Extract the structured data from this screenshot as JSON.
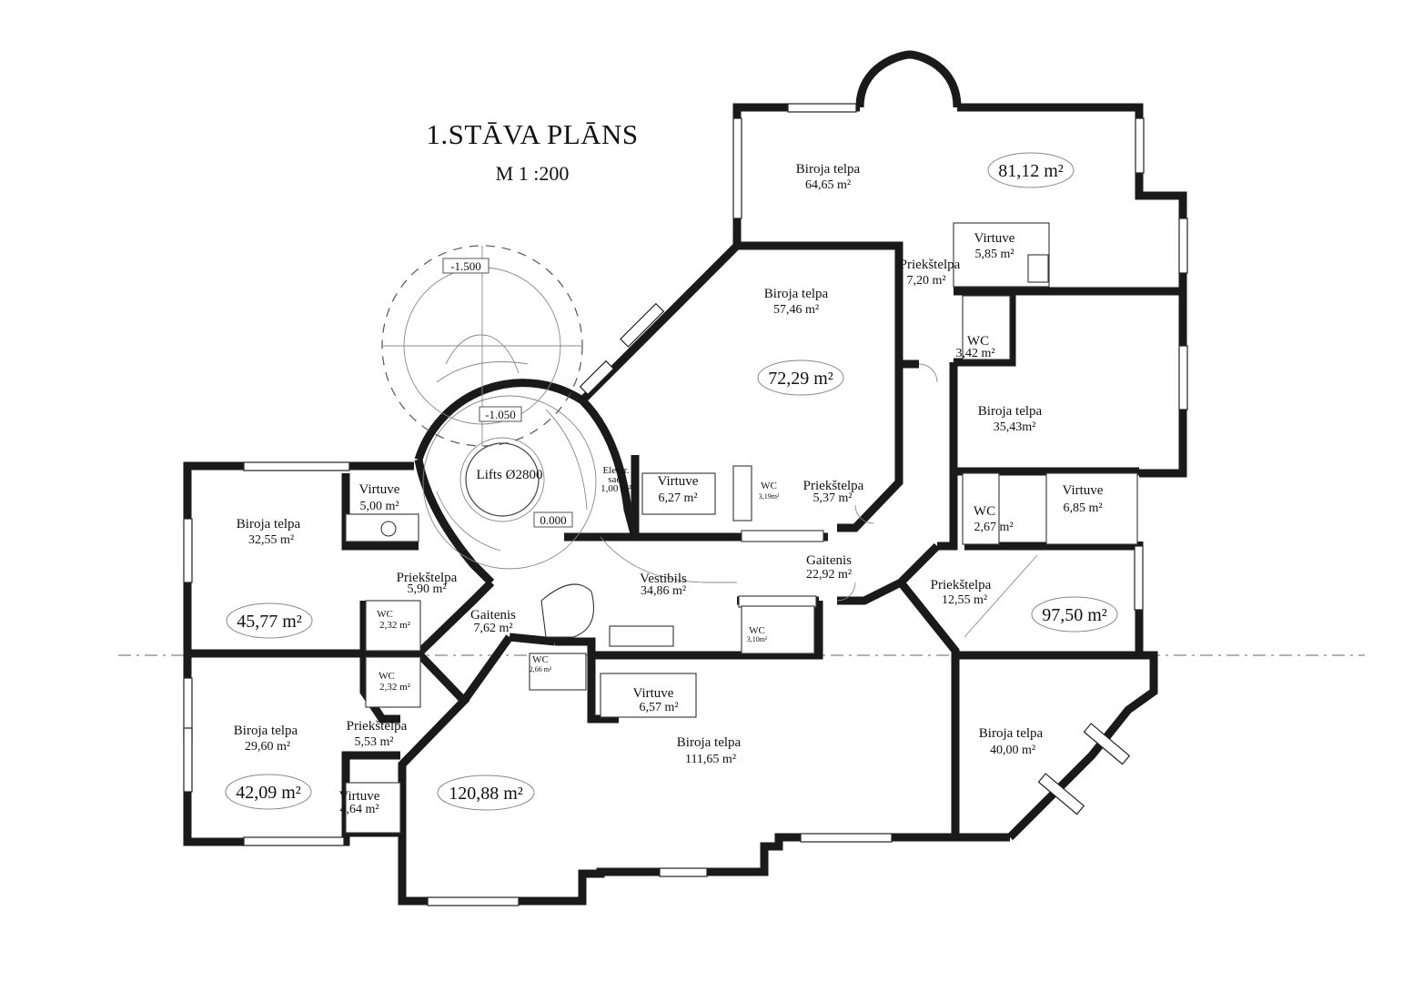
{
  "title": "1.STĀVA PLĀNS",
  "scale": "M 1 :200",
  "levels": [
    "-1.500",
    "-1.050",
    "0.000"
  ],
  "lift_label": "Lifts Ø2800",
  "elektr_label": [
    "Elektr.",
    "sad.",
    "1,00 m²"
  ],
  "rooms": [
    {
      "name": "Biroja telpa",
      "area": "64,65 m²"
    },
    {
      "name": "Biroja telpa",
      "area": "57,46 m²"
    },
    {
      "name": "Priekštelpa",
      "area": "7,20 m²"
    },
    {
      "name": "Virtuve",
      "area": "5,85 m²"
    },
    {
      "name": "WC",
      "area": "3,42 m²"
    },
    {
      "name": "Biroja telpa",
      "area": "35,43m²"
    },
    {
      "name": "Virtuve",
      "area": "6,27 m²"
    },
    {
      "name": "WC",
      "area": "3,19m²"
    },
    {
      "name": "Priekštelpa",
      "area": "5,37 m²"
    },
    {
      "name": "WC",
      "area": "2,67 m²"
    },
    {
      "name": "Virtuve",
      "area": "6,85 m²"
    },
    {
      "name": "Virtuve",
      "area": "5,00 m²"
    },
    {
      "name": "Biroja telpa",
      "area": "32,55 m²"
    },
    {
      "name": "Priekštelpa",
      "area": "5,90 m²"
    },
    {
      "name": "WC",
      "area": "2,32 m²"
    },
    {
      "name": "Gaitenis",
      "area": "7,62 m²"
    },
    {
      "name": "Vestibils",
      "area": "34,86 m²"
    },
    {
      "name": "Gaitenis",
      "area": "22,92 m²"
    },
    {
      "name": "WC",
      "area": "3,10m²"
    },
    {
      "name": "Priekštelpa",
      "area": "12,55 m²"
    },
    {
      "name": "WC",
      "area": "2,32 m²"
    },
    {
      "name": "WC",
      "area": "2,66 m²"
    },
    {
      "name": "Virtuve",
      "area": "6,57 m²"
    },
    {
      "name": "Biroja telpa",
      "area": "29,60 m²"
    },
    {
      "name": "Priekštelpa",
      "area": "5,53 m²"
    },
    {
      "name": "Virtuve",
      "area": "4,64 m²"
    },
    {
      "name": "Biroja telpa",
      "area": "111,65 m²"
    },
    {
      "name": "Biroja telpa",
      "area": "40,00 m²"
    }
  ],
  "totals": [
    "81,12 m²",
    "72,29 m²",
    "45,77 m²",
    "97,50 m²",
    "42,09 m²",
    "120,88 m²"
  ]
}
